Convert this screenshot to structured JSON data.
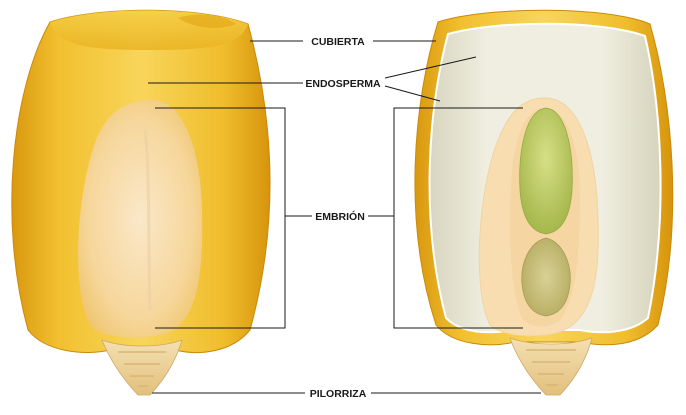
{
  "labels": {
    "cubierta": "CUBIERTA",
    "endosperma": "ENDOSPERMA",
    "embrion": "EMBRIÓN",
    "pilorriza": "PILORRIZA"
  },
  "colors": {
    "pericarp": "#f2c23a",
    "pericarp_dark": "#d99a12",
    "pericarp_light": "#fbe27a",
    "endosperm_floury": "#efeedd",
    "embryo_light": "#fbe7c4",
    "plumule": "#b9cc62",
    "radicle": "#c8c07a",
    "tip_cap": "#f3dcae",
    "line": "#1a1a1a"
  }
}
